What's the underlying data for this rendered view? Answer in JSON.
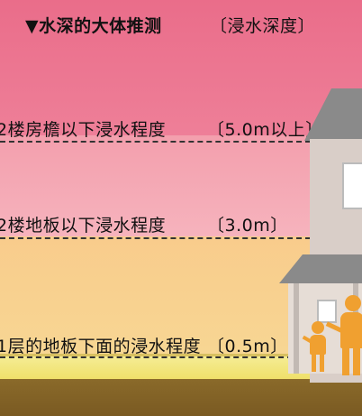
{
  "header": {
    "left": "▼水深的大体推测",
    "right": "〔浸水深度〕"
  },
  "levels": [
    {
      "label": "2楼房檐以下浸水程度",
      "value": "〔5.0m以上〕"
    },
    {
      "label": "2楼地板以下浸水程度",
      "value": "〔3.0m〕"
    },
    {
      "label": "1层的地板下面的浸水程度",
      "value": "〔0.5m〕"
    }
  ],
  "colors": {
    "band_top": "#ea6d8a",
    "band_mid": "#f39fad",
    "band_low": "#f9cc8c",
    "band_ground": "#f6ee9a",
    "soil": "#8a6a2a",
    "figures": "#f0a030"
  },
  "icons": [
    "house-illustration",
    "adult-figure",
    "child-figure"
  ]
}
